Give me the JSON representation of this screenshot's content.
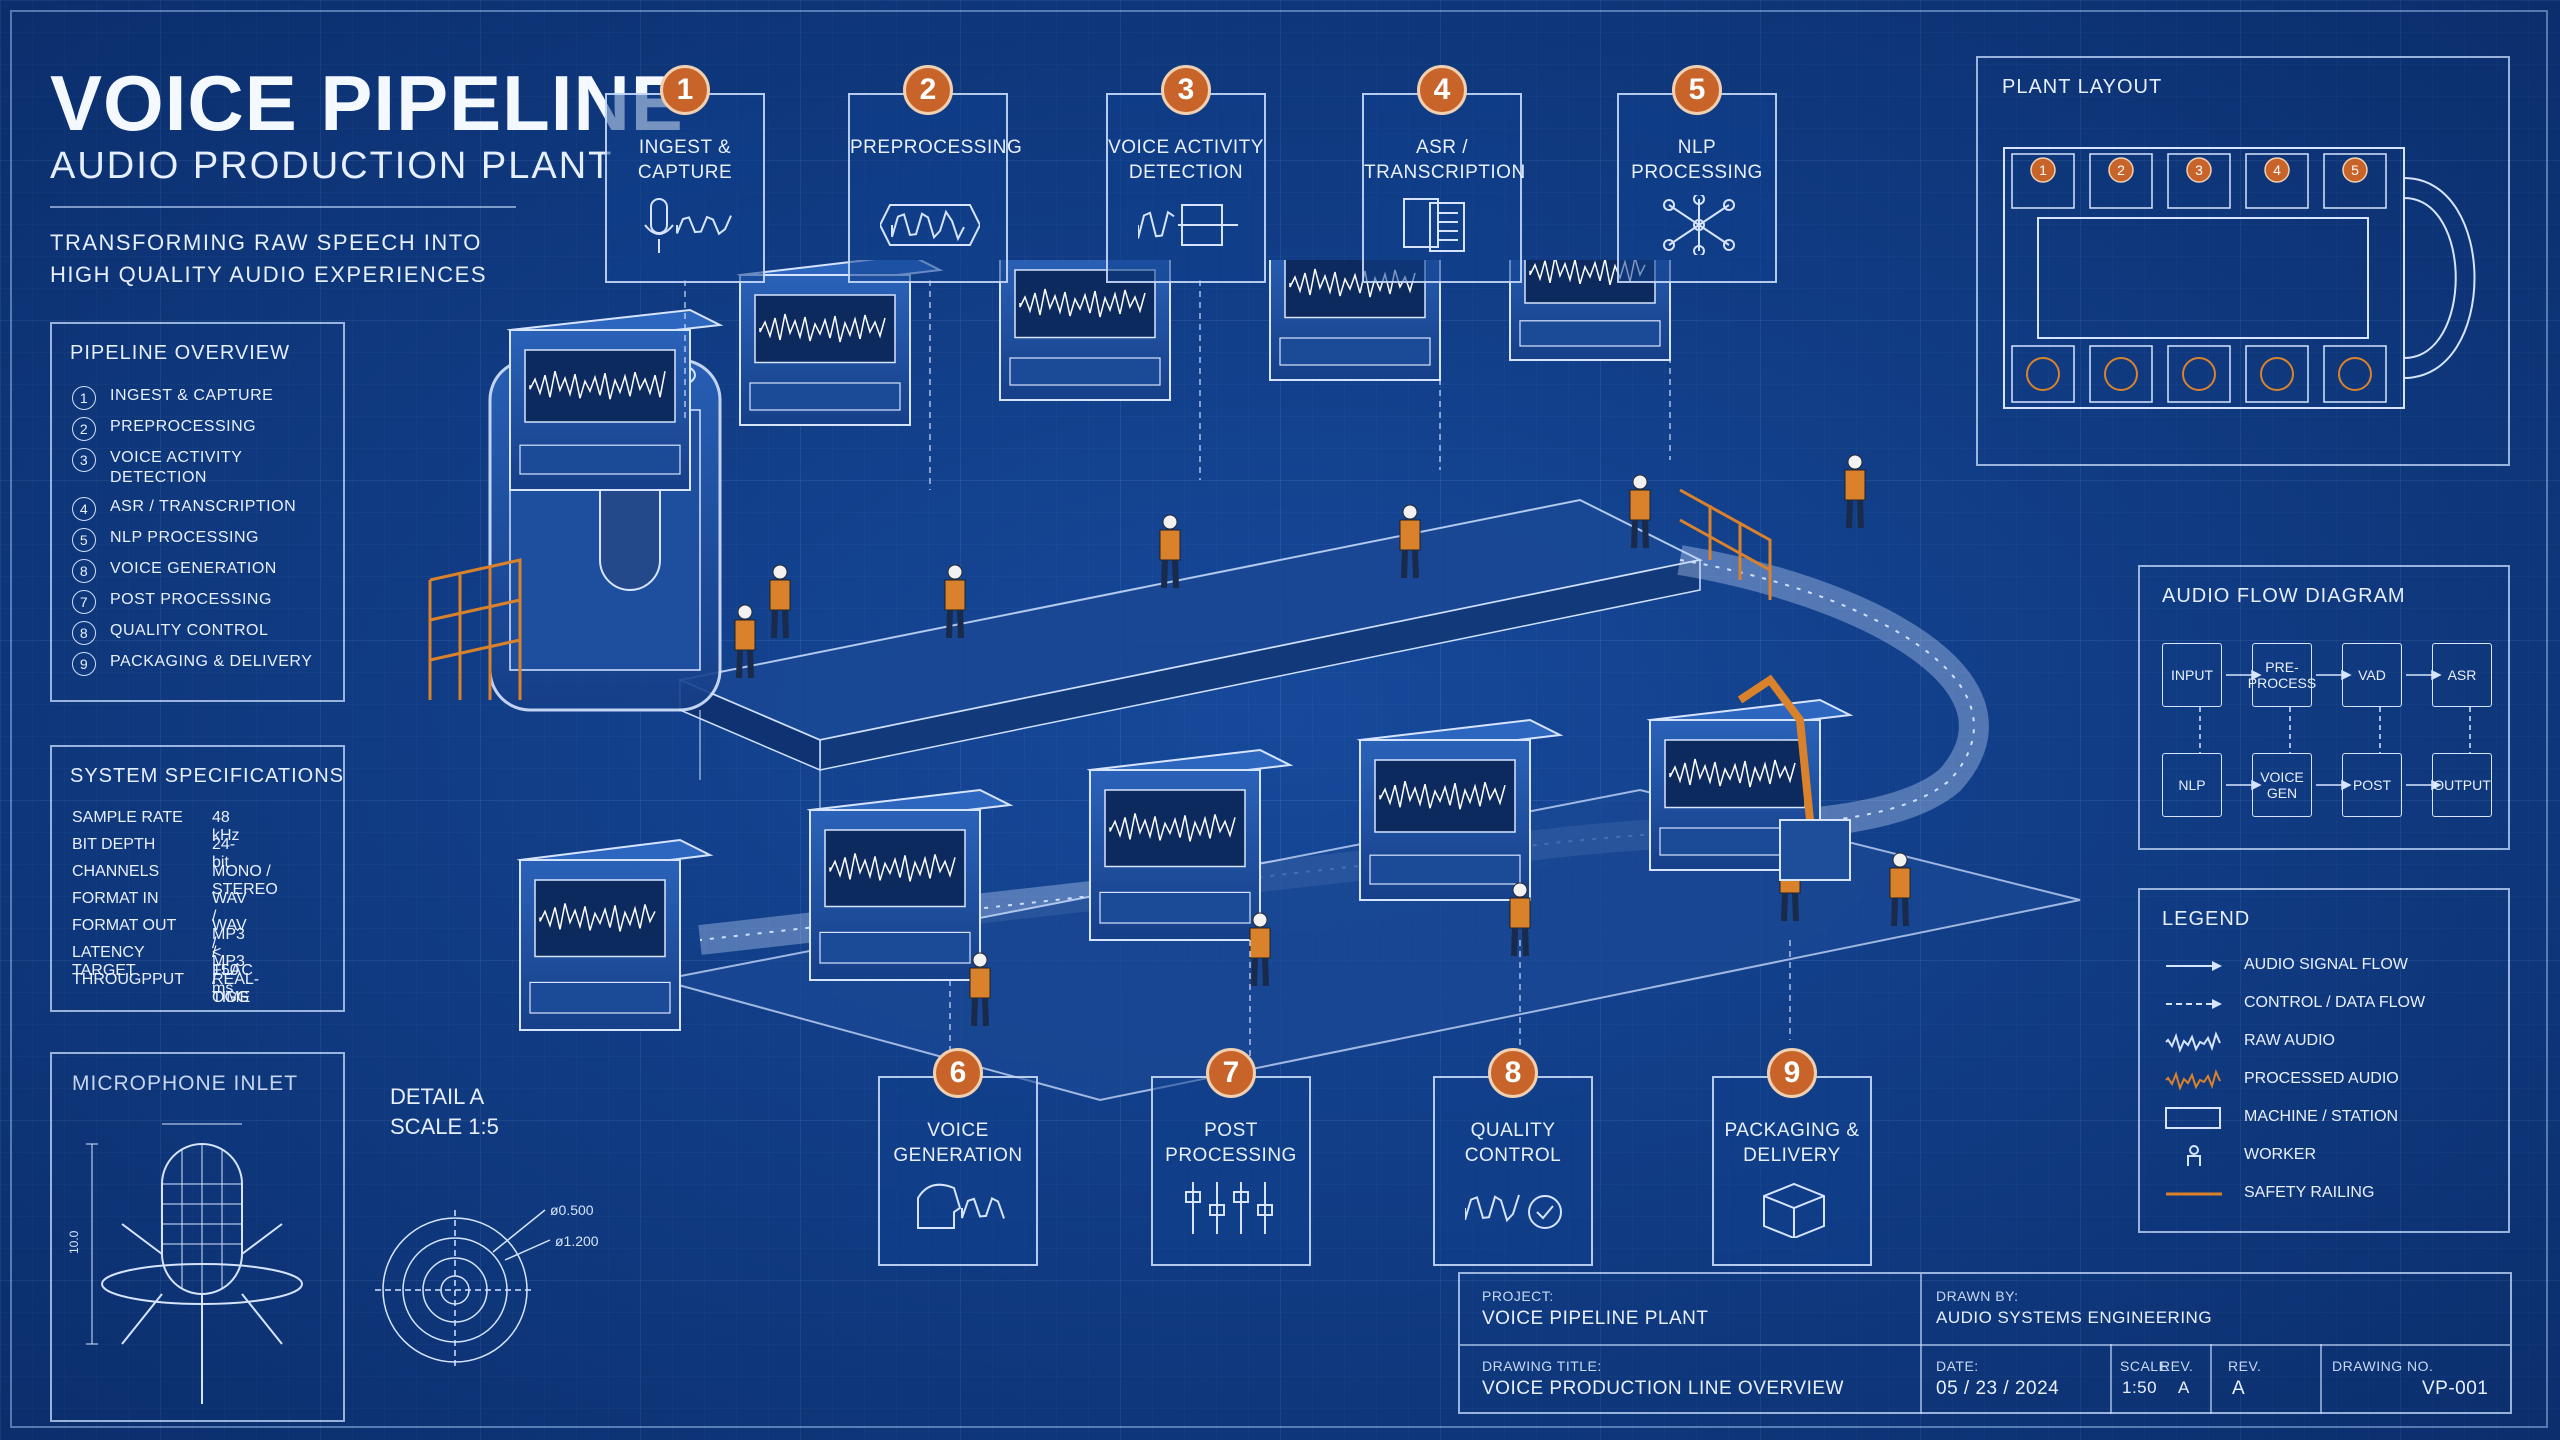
{
  "header": {
    "title": "VOICE PIPELINE",
    "subtitle": "AUDIO PRODUCTION PLANT",
    "tagline_1": "TRANSFORMING RAW SPEECH INTO",
    "tagline_2": "HIGH QUALITY AUDIO EXPERIENCES"
  },
  "overview": {
    "heading": "PIPELINE OVERVIEW",
    "items": [
      {
        "num": "1",
        "label": "INGEST & CAPTURE"
      },
      {
        "num": "2",
        "label": "PREPROCESSING"
      },
      {
        "num": "3",
        "label": "VOICE ACTIVITY",
        "label2": "DETECTION"
      },
      {
        "num": "4",
        "label": "ASR / TRANSCRIPTION"
      },
      {
        "num": "5",
        "label": "NLP PROCESSING"
      },
      {
        "num": "8",
        "label": "VOICE GENERATION"
      },
      {
        "num": "7",
        "label": "POST PROCESSING"
      },
      {
        "num": "8",
        "label": "QUALITY CONTROL"
      },
      {
        "num": "9",
        "label": "PACKAGING & DELIVERY"
      }
    ]
  },
  "specs": {
    "heading": "SYSTEM SPECIFICATIONS",
    "rows": [
      {
        "k": "SAMPLE RATE",
        "v": "48 kHz"
      },
      {
        "k": "BIT DEPTH",
        "v": "24-bit"
      },
      {
        "k": "CHANNELS",
        "v": "MONO / STEREO"
      },
      {
        "k": "FORMAT IN",
        "v": "WAV / MP3 / FLAC"
      },
      {
        "k": "FORMAT OUT",
        "v": "WAV / MP3 / OGG"
      },
      {
        "k": "LATENCY TARGET",
        "v": "< 150 ms"
      },
      {
        "k": "THROUGPPUT",
        "v": "REAL-TIME"
      }
    ]
  },
  "detail": {
    "mic_heading": "MICROPHONE INLET",
    "detail_title": "DETAIL A",
    "detail_scale": "SCALE 1:5",
    "dim_1": "ø0.500",
    "dim_2": "ø1.200",
    "dim_v": "10.0"
  },
  "stages_top": [
    {
      "num": "1",
      "label": "INGEST &\nCAPTURE",
      "icon": "microphone-icon"
    },
    {
      "num": "2",
      "label": "PREPROCESSING",
      "icon": "waveform-filter-icon"
    },
    {
      "num": "3",
      "label": "VOICE ACTIVITY\nDETECTION",
      "icon": "waveform-gate-icon"
    },
    {
      "num": "4",
      "label": "ASR /\nTRANSCRIPTION",
      "icon": "document-icon"
    },
    {
      "num": "5",
      "label": "NLP\nPROCESSING",
      "icon": "network-icon"
    }
  ],
  "stages_bottom": [
    {
      "num": "6",
      "label": "VOICE\nGENERATION",
      "icon": "head-speaking-icon"
    },
    {
      "num": "7",
      "label": "POST\nPROCESSING",
      "icon": "mixer-faders-icon"
    },
    {
      "num": "8",
      "label": "QUALITY\nCONTROL",
      "icon": "waveform-check-icon"
    },
    {
      "num": "9",
      "label": "PACKAGING &\nDELIVERY",
      "icon": "package-box-icon"
    }
  ],
  "plant_layout": {
    "heading": "PLANT LAYOUT",
    "top_nums": [
      "1",
      "2",
      "3",
      "4",
      "5"
    ]
  },
  "flow": {
    "heading": "AUDIO FLOW DIAGRAM",
    "row1": [
      "INPUT",
      "PRE-\nPROCESS",
      "VAD",
      "ASR"
    ],
    "row2": [
      "NLP",
      "VOICE\nGEN",
      "POST",
      "OUTPUT"
    ]
  },
  "legend": {
    "heading": "LEGEND",
    "items": [
      {
        "label": "AUDIO SIGNAL FLOW",
        "sym": "arrow-solid"
      },
      {
        "label": "CONTROL / DATA FLOW",
        "sym": "arrow-dashed"
      },
      {
        "label": "RAW AUDIO",
        "sym": "wave-white"
      },
      {
        "label": "PROCESSED AUDIO",
        "sym": "wave-orange"
      },
      {
        "label": "MACHINE / STATION",
        "sym": "rect"
      },
      {
        "label": "WORKER",
        "sym": "worker"
      },
      {
        "label": "SAFETY RAILING",
        "sym": "orange-line"
      }
    ]
  },
  "title_block": {
    "project_label": "PROJECT:",
    "project": "VOICE PIPELINE PLANT",
    "drawn_by_label": "DRAWN BY:",
    "drawn_by": "AUDIO SYSTEMS ENGINEERING",
    "drawing_title_label": "DRAWING TITLE:",
    "drawing_title": "VOICE PRODUCTION LINE OVERVIEW",
    "date_label": "DATE:",
    "date": "05 / 23 / 2024",
    "scale_label": "SCALE",
    "scale": "1:50",
    "rev_small_label": "REV.",
    "rev_small": "A",
    "rev_label": "REV.",
    "rev": "A",
    "drawing_no_label": "DRAWING NO.",
    "drawing_no": "VP-001"
  },
  "colors": {
    "background": "#10408c",
    "line": "#d6e4ff",
    "accent_orange": "#c8642a",
    "railing": "#d9822b"
  }
}
